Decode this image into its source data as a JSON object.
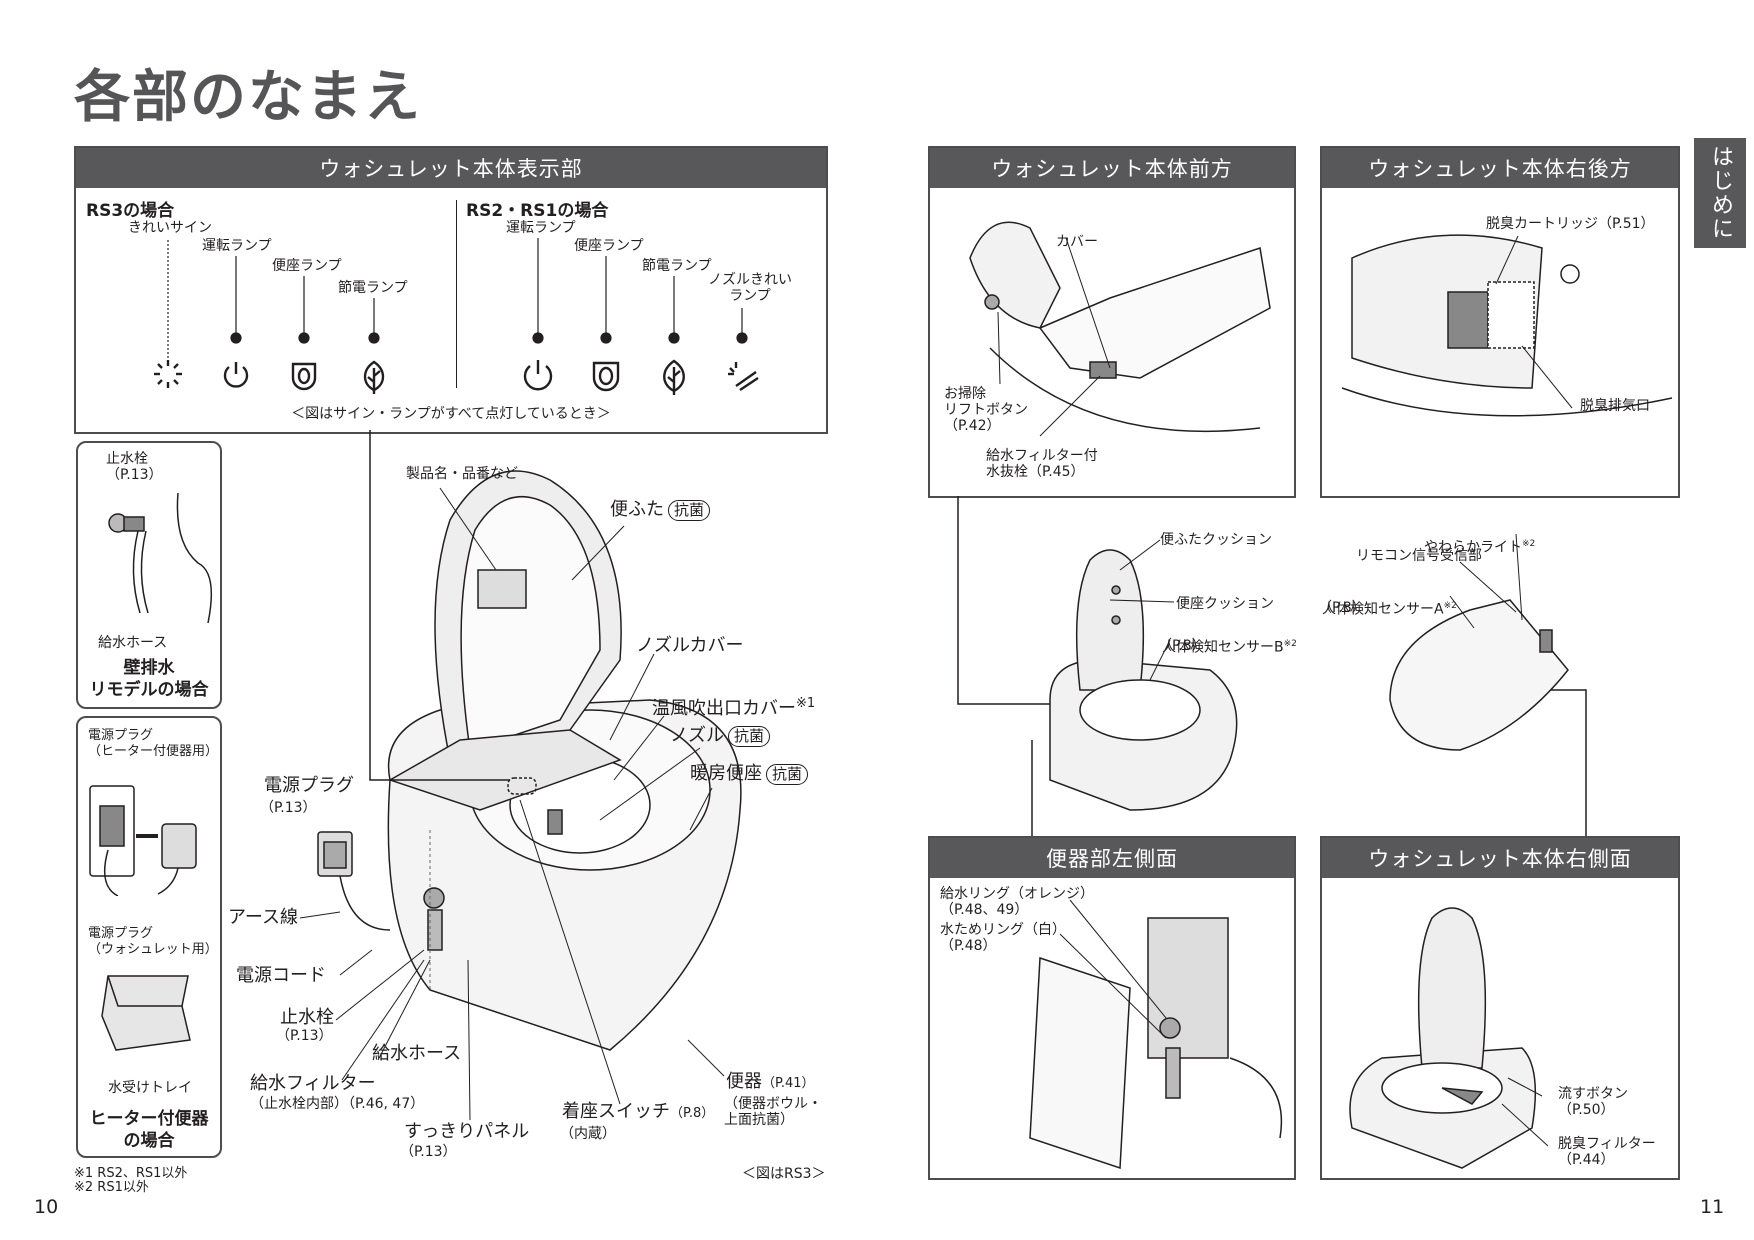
{
  "page_title": "各部のなまえ",
  "side_tab": "はじめに",
  "page_numbers": {
    "left": "10",
    "right": "11"
  },
  "display_panel": {
    "header": "ウォシュレット本体表示部",
    "rs3": {
      "heading": "RS3の場合",
      "labels": [
        "きれいサイン",
        "運転ランプ",
        "便座ランプ",
        "節電ランプ"
      ]
    },
    "rs2": {
      "heading": "RS2・RS1の場合",
      "labels": [
        "運転ランプ",
        "便座ランプ",
        "節電ランプ",
        "ノズルきれい\nランプ"
      ]
    },
    "note": "＜図はサイン・ランプがすべて点灯しているとき＞"
  },
  "wall_box": {
    "label_valve": "止水栓\n（P.13）",
    "label_hose": "給水ホース",
    "caption": "壁排水\nリモデルの場合"
  },
  "heater_box": {
    "label_plug1": "電源プラグ\n（ヒーター付便器用）",
    "label_plug2": "電源プラグ\n（ウォシュレット用）",
    "label_tray": "水受けトレイ",
    "caption": "ヒーター付便器\nの場合"
  },
  "main_labels": {
    "product_name": "製品名・品番など",
    "lid": "便ふた",
    "nozzle_cover": "ノズルカバー",
    "warm_air": "温風吹出口カバー",
    "warm_air_note": "※1",
    "nozzle": "ノズル",
    "heated_seat": "暖房便座",
    "antibacterial": "抗菌",
    "power_plug": "電源プラグ",
    "power_plug_ref": "（P.13）",
    "earth": "アース線",
    "power_cord": "電源コード",
    "valve": "止水栓",
    "valve_ref": "（P.13）",
    "water_hose": "給水ホース",
    "water_filter": "給水フィルター",
    "water_filter_ref": "（止水栓内部）（P.46, 47）",
    "panel": "すっきりパネル",
    "panel_ref": "（P.13）",
    "seat_switch": "着座スイッチ",
    "seat_switch_ref": "（P.8）",
    "seat_switch_sub": "（内蔵）",
    "bowl": "便器",
    "bowl_ref": "（P.41）",
    "bowl_sub": "（便器ボウル・\n上面抗菌）",
    "figure_note": "＜図はRS3＞"
  },
  "footnotes": [
    "※1  RS2、RS1以外",
    "※2  RS1以外"
  ],
  "front_panel": {
    "header": "ウォシュレット本体前方",
    "cover": "カバー",
    "lift_button": "お掃除\nリフトボタン\n（P.42）",
    "filter_drain": "給水フィルター付\n水抜栓（P.45）"
  },
  "rear_panel": {
    "header": "ウォシュレット本体右後方",
    "cartridge": "脱臭カートリッジ（P.51）",
    "exhaust": "脱臭排気口"
  },
  "middle_labels": {
    "lid_cushion": "便ふたクッション",
    "seat_cushion": "便座クッション",
    "sensor_b": "人体検知センサーB",
    "sensor_b_note": "※2",
    "sensor_b_ref": "（P.8）",
    "soft_light": "やわらかライト",
    "soft_light_note": "※2",
    "remote_receiver": "リモコン信号受信部",
    "sensor_a": "人体検知センサーA",
    "sensor_a_note": "※2",
    "sensor_a_ref": "（P.8）"
  },
  "left_side_panel": {
    "header": "便器部左側面",
    "ring_orange": "給水リング（オレンジ）\n（P.48、49）",
    "ring_white": "水ためリング（白）\n（P.48）"
  },
  "right_side_panel": {
    "header": "ウォシュレット本体右側面",
    "flush": "流すボタン\n（P.50）",
    "deodor_filter": "脱臭フィルター\n（P.44）"
  }
}
